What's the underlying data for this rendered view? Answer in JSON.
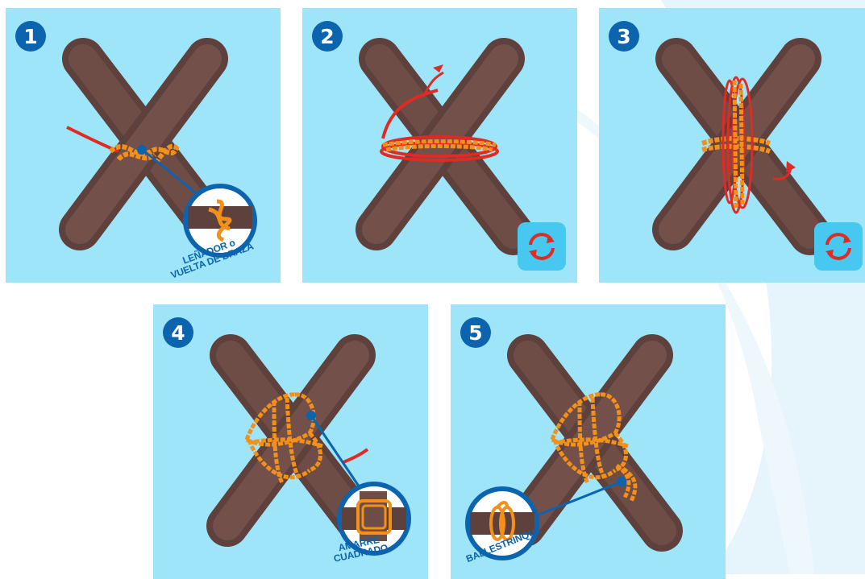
{
  "steps": [
    {
      "number": "1",
      "label_lines": [
        "LEÑADOR o",
        "VUELTA DE BRAZA"
      ],
      "rotate_icon": false
    },
    {
      "number": "2",
      "label_lines": [],
      "rotate_icon": true
    },
    {
      "number": "3",
      "label_lines": [],
      "rotate_icon": true
    },
    {
      "number": "4",
      "label_lines": [
        "AMARRE",
        "CUADRADO"
      ],
      "rotate_icon": false
    },
    {
      "number": "5",
      "label_lines": [
        "BALLESTRINQUE"
      ],
      "rotate_icon": false
    }
  ],
  "icons": {
    "rotate": "rotate-arrows-icon",
    "direction": "arrow-icon"
  },
  "colors": {
    "panel_bg": "#9ee5f9",
    "badge": "#0b64ad",
    "stick": "#6b4a45",
    "rope": "#f39019",
    "rope_red": "#e02a24",
    "rotate_bg": "#46c8f0"
  }
}
